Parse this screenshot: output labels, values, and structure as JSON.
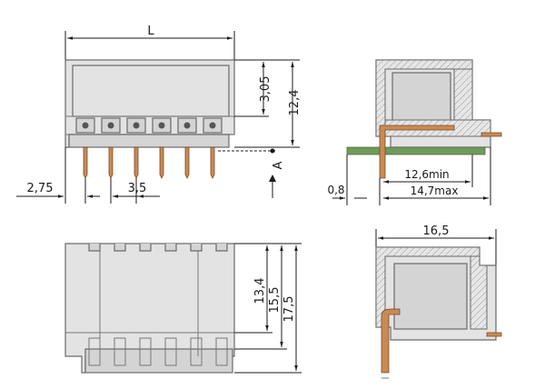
{
  "dimensions": {
    "length": "L",
    "height_top": "3,05",
    "height_total": "12,4",
    "pin_offset": "2,75",
    "pitch": "3,5",
    "datum": "A",
    "pcb_thickness": "0,8",
    "pin_min": "12,6min",
    "pin_max": "14,7max",
    "depth": "16,5",
    "h_134": "13,4",
    "h_155": "15,5",
    "h_175": "17,5"
  },
  "colors": {
    "housing": "#e3e3e3",
    "outline": "#6b6b6b",
    "pin": "#c98a55",
    "pcb": "#6f9a5a",
    "dimension": "#1a1a1a"
  }
}
